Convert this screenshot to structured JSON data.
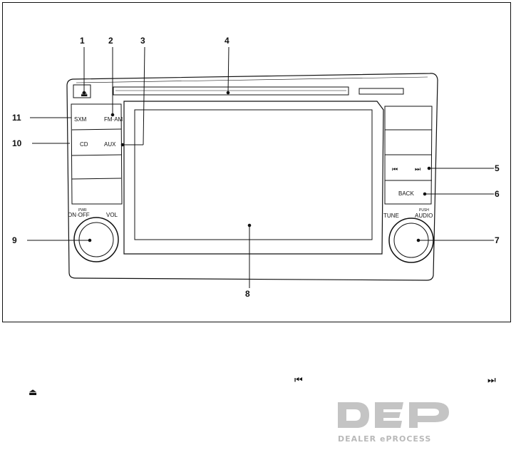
{
  "callouts": [
    "1",
    "2",
    "3",
    "4",
    "5",
    "6",
    "7",
    "8",
    "9",
    "10",
    "11"
  ],
  "button_labels": {
    "sxm": "SXM",
    "fm_am": "FM·AM",
    "cd": "CD",
    "aux": "AUX",
    "back": "BACK",
    "vol": "VOL",
    "tune": "TUNE",
    "on_off": "ON·OFF",
    "power": "PWR",
    "audio": "AUDIO",
    "push": "PUSH"
  },
  "icons": {
    "eject": "⏏",
    "prev": "⏮",
    "next": "⏭"
  },
  "logo": {
    "text": "DEALER ePROCESS"
  },
  "colors": {
    "line": "#111111",
    "logo": "#b9b9b9"
  }
}
